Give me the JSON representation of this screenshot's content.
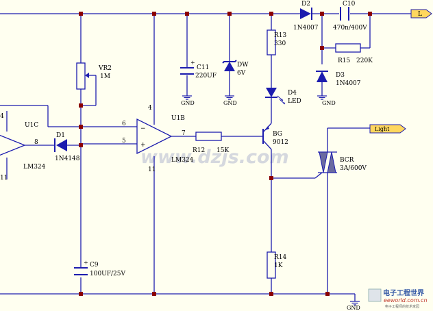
{
  "labels": {
    "r13": "R13",
    "r13_val": "330",
    "d2": "D2",
    "d2_val": "1N4007",
    "c10": "C10",
    "c10_val": "470n/400V",
    "port_l": "L",
    "r15": "R15",
    "r15_val": "220K",
    "d3": "D3",
    "d3_val": "1N4007",
    "vr2": "VR2",
    "vr2_val": "1M",
    "c11": "C11",
    "c11_val": "220UF",
    "dw": "DW",
    "dw_val": "6V",
    "d4": "D4",
    "d4_val": "LED",
    "u1c": "U1C",
    "u1c_pin4": "4",
    "u1c_pin8": "8",
    "u1c_pin11": "11",
    "u1c_part": "LM324",
    "d1": "D1",
    "d1_val": "1N4148",
    "u1b": "U1B",
    "u1b_pin4": "4",
    "u1b_pin6": "6",
    "u1b_pin5": "5",
    "u1b_pin7": "7",
    "u1b_pin11": "11",
    "u1b_part": "LM324",
    "r12": "R12",
    "r12_val": "15K",
    "bg": "BG",
    "bg_val": "9012",
    "port_light": "Light",
    "bcr": "BCR",
    "bcr_val": "3A/600V",
    "r14": "R14",
    "r14_val": "1K",
    "c9": "C9",
    "c9_val": "100UF/25V",
    "gnd": "GND",
    "minus": "−",
    "plus": "+"
  },
  "watermark": "www.dzjs.com",
  "logo": {
    "title": "电子工程世界",
    "site": "eeworld.com.cn",
    "slogan": "电子工程师的技术家园"
  },
  "colors": {
    "wire": "#1c1cae",
    "dot": "#8b0000",
    "port": "#ffd75e",
    "background": "#FFFFF0"
  }
}
